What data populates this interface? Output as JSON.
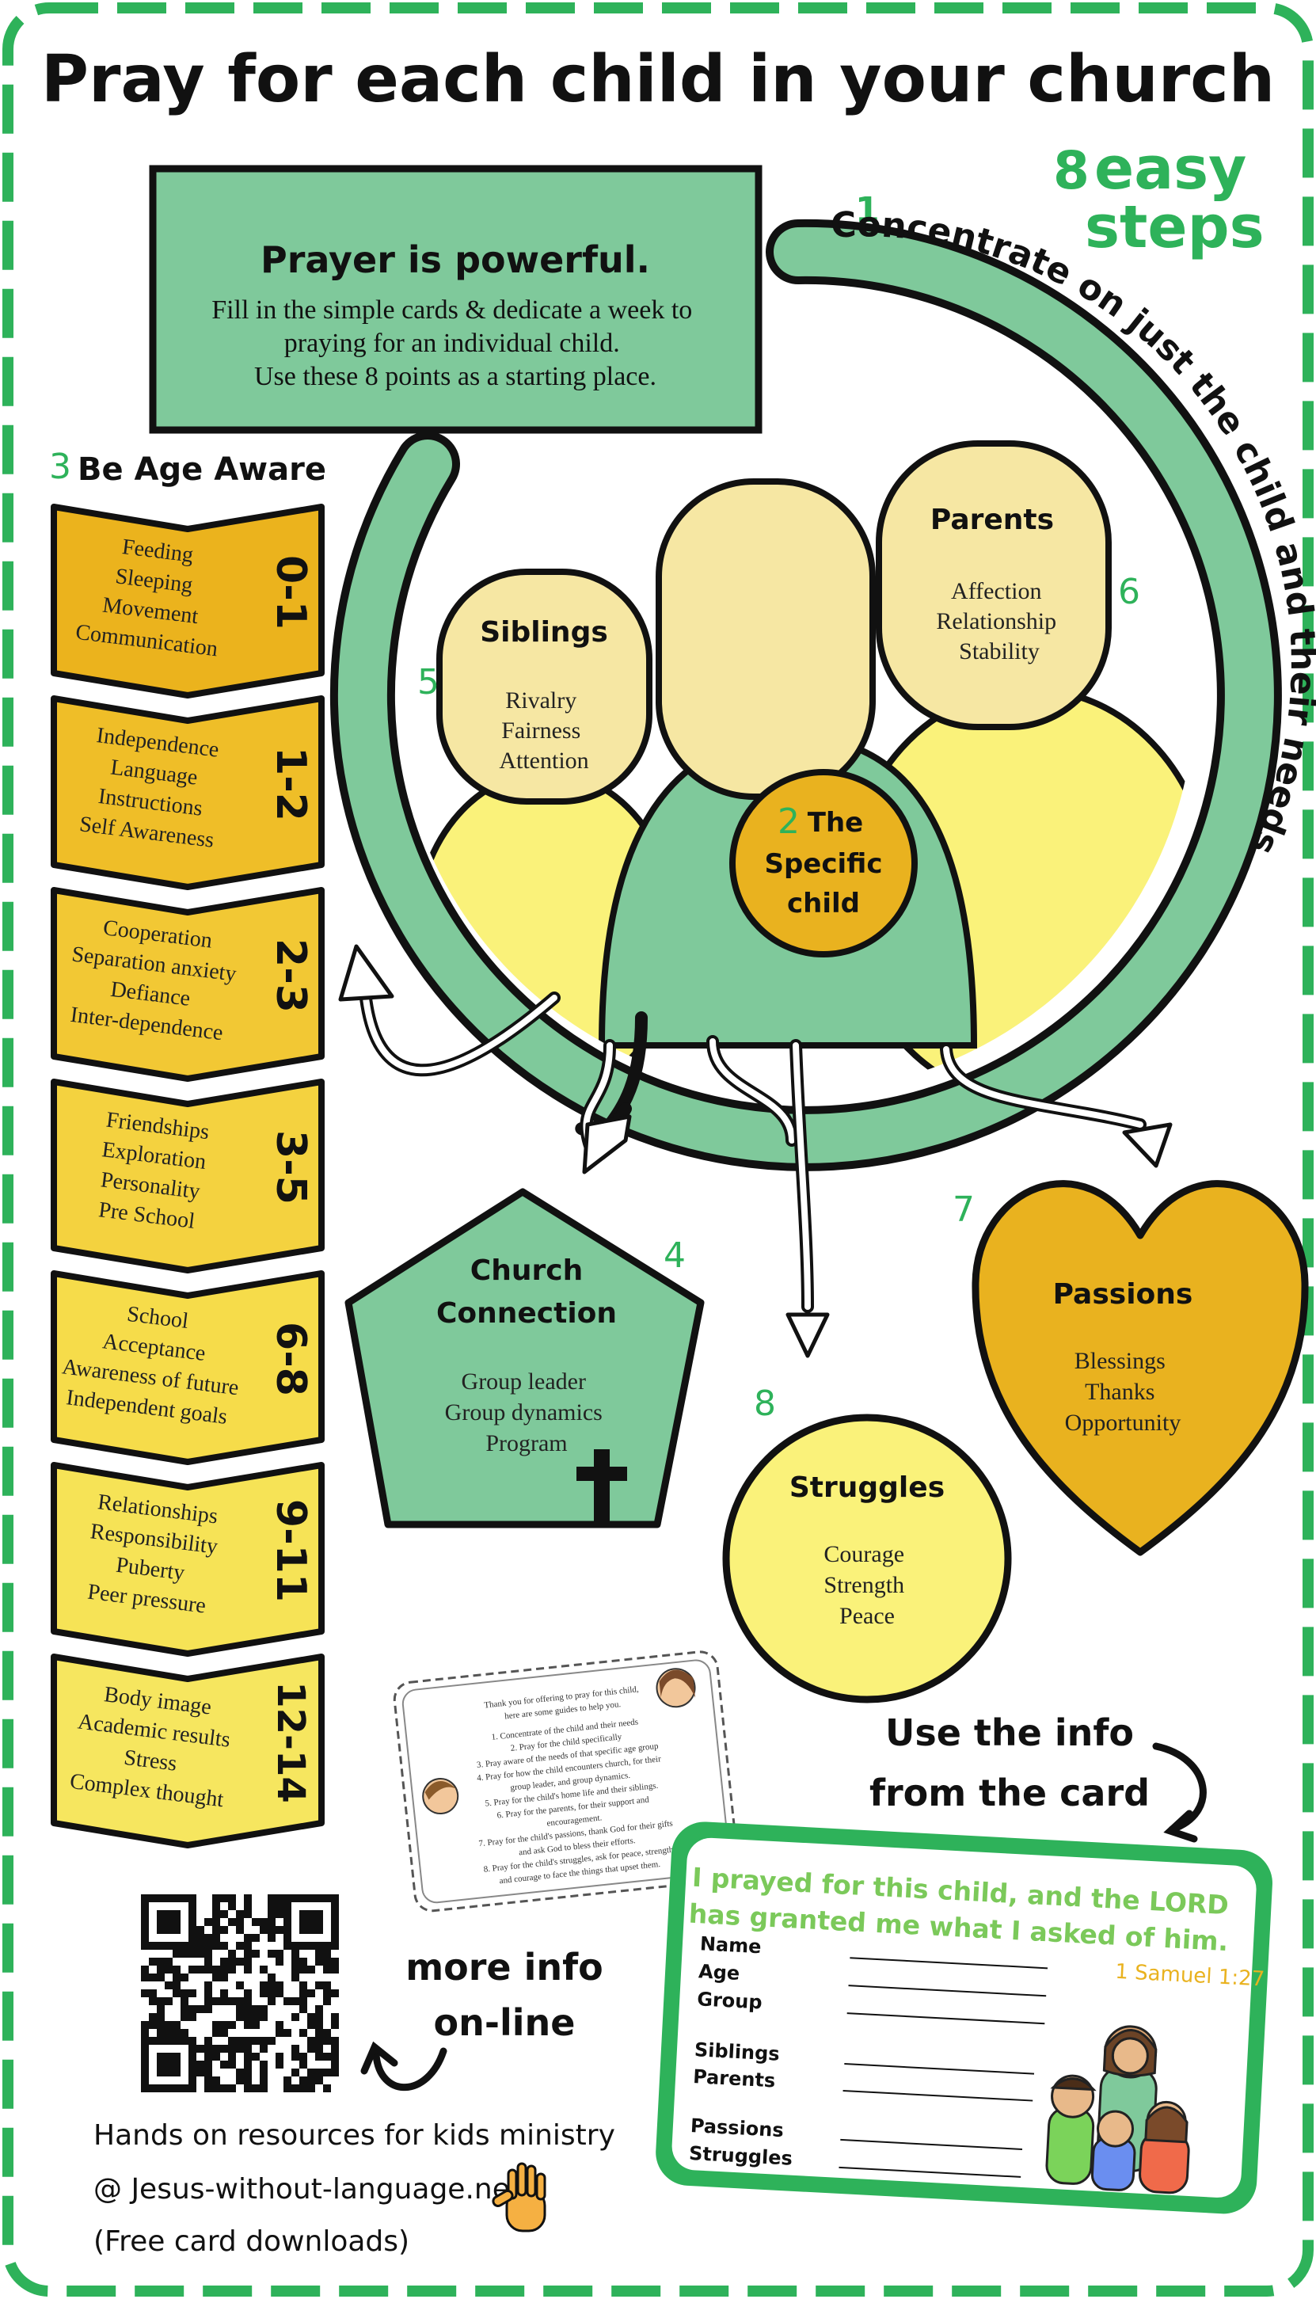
{
  "title": "Pray for each child in your church",
  "steps_badge": {
    "number": "8",
    "line1": "easy",
    "line2": "steps"
  },
  "colors": {
    "green": "#2eb25a",
    "sage": "#7fc99b",
    "cream": "#f6e7a3",
    "yellow": "#faf27a",
    "gold": "#e9b21f",
    "dark": "#111111"
  },
  "intro": {
    "heading": "Prayer is powerful.",
    "lines": [
      "Fill in the simple cards & dedicate a week to",
      "praying for an individual child.",
      "Use these 8 points as a starting place."
    ]
  },
  "step1": {
    "number": "1",
    "label": "Concentrate on just the child and their needs"
  },
  "step2": {
    "number": "2",
    "label1": "The",
    "label2": "Specific",
    "label3": "child"
  },
  "step3": {
    "number": "3",
    "label": "Be Age Aware"
  },
  "ages": [
    {
      "range": "0-1",
      "items": [
        "Feeding",
        "Sleeping",
        "Movement",
        "Communication"
      ]
    },
    {
      "range": "1-2",
      "items": [
        "Independence",
        "Language",
        "Instructions",
        "Self Awareness"
      ]
    },
    {
      "range": "2-3",
      "items": [
        "Cooperation",
        "Separation anxiety",
        "Defiance",
        "Inter-dependence"
      ]
    },
    {
      "range": "3-5",
      "items": [
        "Friendships",
        "Exploration",
        "Personality",
        "Pre School"
      ]
    },
    {
      "range": "6-8",
      "items": [
        "School",
        "Acceptance",
        "Awareness of future",
        "Independent goals"
      ]
    },
    {
      "range": "9-11",
      "items": [
        "Relationships",
        "Responsibility",
        "Puberty",
        "Peer pressure"
      ]
    },
    {
      "range": "12-14",
      "items": [
        "Body image",
        "Academic results",
        "Stress",
        "Complex thought"
      ]
    }
  ],
  "siblings": {
    "number": "5",
    "title": "Siblings",
    "items": [
      "Rivalry",
      "Fairness",
      "Attention"
    ]
  },
  "parents": {
    "number": "6",
    "title": "Parents",
    "items": [
      "Affection",
      "Relationship",
      "Stability"
    ]
  },
  "church": {
    "number": "4",
    "title1": "Church",
    "title2": "Connection",
    "items": [
      "Group leader",
      "Group dynamics",
      "Program"
    ]
  },
  "passions": {
    "number": "7",
    "title": "Passions",
    "items": [
      "Blessings",
      "Thanks",
      "Opportunity"
    ]
  },
  "struggles": {
    "number": "8",
    "title": "Struggles",
    "items": [
      "Courage",
      "Strength",
      "Peace"
    ]
  },
  "guide_card": {
    "lines": [
      "Thank you for offering to pray for this child,",
      "here are some guides to help you.",
      "1. Concentrate of the child and their needs",
      "2. Pray for the child specifically",
      "3. Pray aware of the needs of that specific age group",
      "4. Pray for how the child encounters church, for their",
      "group leader, and group dynamics.",
      "5. Pray for the child's home life and their siblings.",
      "6. Pray for the parents, for their support and",
      "encouragement.",
      "7. Pray for the child's passions, thank God for their gifts",
      "and ask God to bless their efforts.",
      "8. Pray for the child's struggles, ask for peace, strength",
      "and courage to face the things that upset them."
    ]
  },
  "use_info": {
    "line1": "Use the info",
    "line2": "from the card"
  },
  "prayer_card": {
    "verse1": "I prayed for this child, and the LORD",
    "verse2": "has granted me what I asked of him.",
    "reference": "1 Samuel 1:27",
    "fields": [
      "Name",
      "Age",
      "Group",
      "Siblings",
      "Parents",
      "Passions",
      "Struggles"
    ]
  },
  "more_info": {
    "line1": "more info",
    "line2": "on-line"
  },
  "footer": {
    "line1": "Hands on resources for kids ministry",
    "line2": "@ Jesus-without-language.net",
    "line3": "(Free card downloads)"
  }
}
